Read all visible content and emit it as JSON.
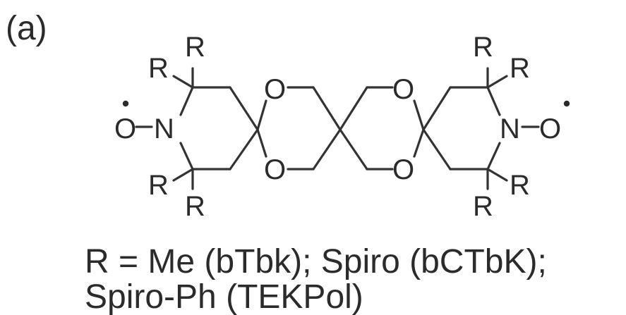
{
  "figure": {
    "panel_label": "(a)",
    "atoms": {
      "oxygen": "O",
      "nitrogen": "N",
      "substituent": "R"
    },
    "caption": {
      "line1": "R = Me (bTbk); Spiro (bCTbK);",
      "line2": "Spiro-Ph (TEKPol)"
    }
  },
  "colors": {
    "ink": "#2b2b2b",
    "background": "#ffffff"
  }
}
